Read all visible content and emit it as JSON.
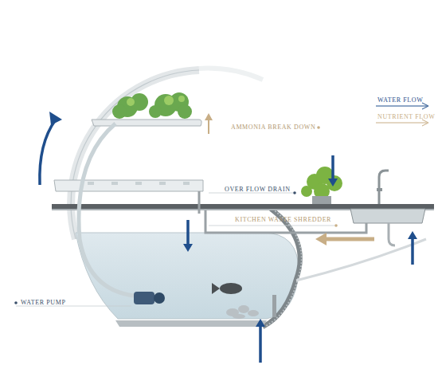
{
  "diagram": {
    "labels": [
      "AMMONIA BREAK DOWN",
      "OVER FLOW DRAIN",
      "KITCHEN WASTE SHREDDER",
      "WATER PUMP"
    ],
    "legend": [
      {
        "text": "WATER FLOW"
      },
      {
        "text": "NUTRIENT FLOW"
      }
    ]
  }
}
